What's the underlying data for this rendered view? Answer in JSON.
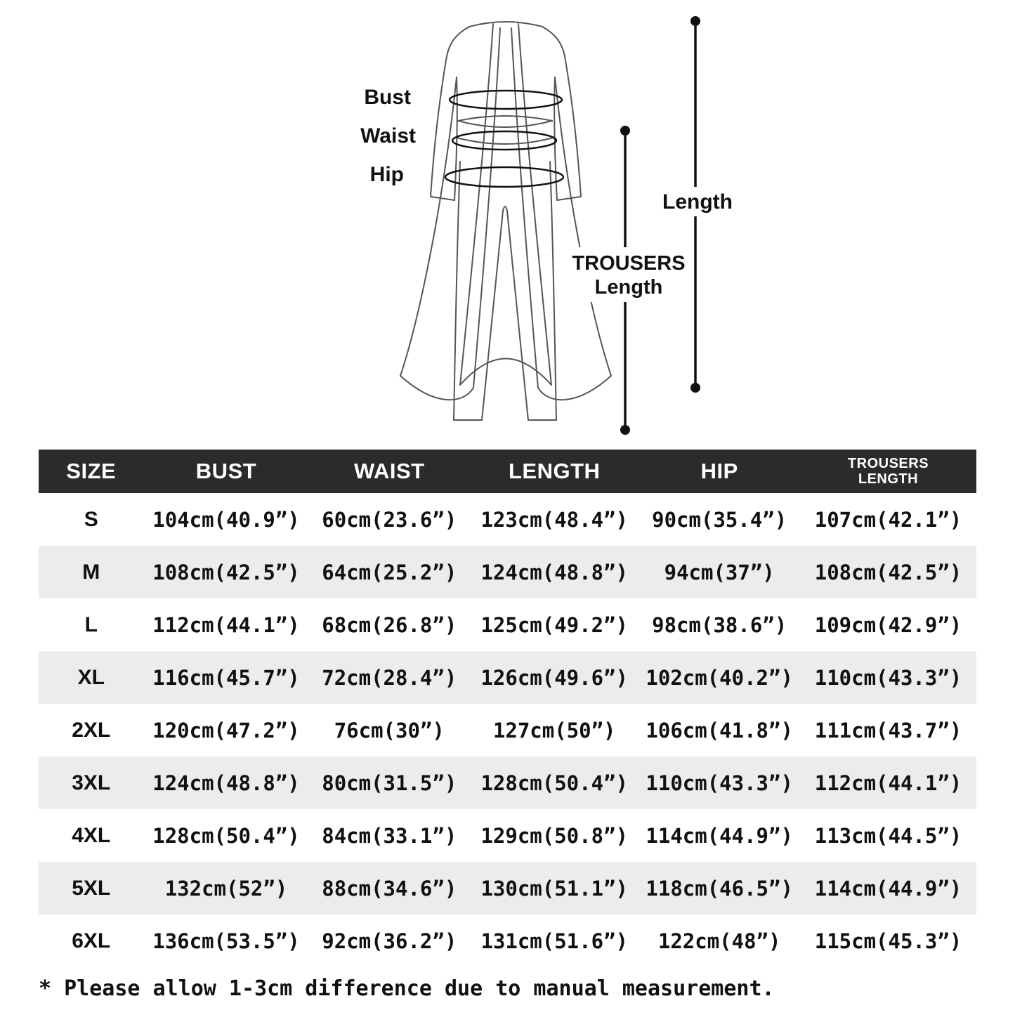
{
  "diagram": {
    "label_bust": "Bust",
    "label_waist": "Waist",
    "label_hip": "Hip",
    "label_length": "Length",
    "label_trousers_1": "TROUSERS",
    "label_trousers_2": "Length"
  },
  "table": {
    "headers": [
      "SIZE",
      "BUST",
      "WAIST",
      "LENGTH",
      "HIP",
      "TROUSERS LENGTH"
    ],
    "trousers_header": [
      "TROUSERS",
      "LENGTH"
    ],
    "rows": [
      [
        "S",
        "104cm(40.9”)",
        "60cm(23.6”)",
        "123cm(48.4”)",
        "90cm(35.4”)",
        "107cm(42.1”)"
      ],
      [
        "M",
        "108cm(42.5”)",
        "64cm(25.2”)",
        "124cm(48.8”)",
        "94cm(37”)",
        "108cm(42.5”)"
      ],
      [
        "L",
        "112cm(44.1”)",
        "68cm(26.8”)",
        "125cm(49.2”)",
        "98cm(38.6”)",
        "109cm(42.9”)"
      ],
      [
        "XL",
        "116cm(45.7”)",
        "72cm(28.4”)",
        "126cm(49.6”)",
        "102cm(40.2”)",
        "110cm(43.3”)"
      ],
      [
        "2XL",
        "120cm(47.2”)",
        "76cm(30”)",
        "127cm(50”)",
        "106cm(41.8”)",
        "111cm(43.7”)"
      ],
      [
        "3XL",
        "124cm(48.8”)",
        "80cm(31.5”)",
        "128cm(50.4”)",
        "110cm(43.3”)",
        "112cm(44.1”)"
      ],
      [
        "4XL",
        "128cm(50.4”)",
        "84cm(33.1”)",
        "129cm(50.8”)",
        "114cm(44.9”)",
        "113cm(44.5”)"
      ],
      [
        "5XL",
        "132cm(52”)",
        "88cm(34.6”)",
        "130cm(51.1”)",
        "118cm(46.5”)",
        "114cm(44.9”)"
      ],
      [
        "6XL",
        "136cm(53.5”)",
        "92cm(36.2”)",
        "131cm(51.6”)",
        "122cm(48”)",
        "115cm(45.3”)"
      ]
    ]
  },
  "footnote": "* Please allow 1-3cm difference due to manual measurement.",
  "colors": {
    "header_bg": "#2b2b2b",
    "header_text": "#ffffff",
    "row_alt_bg": "#ececec",
    "text": "#111111",
    "line_art": "#555555"
  },
  "chart_data": {
    "type": "table",
    "columns": [
      "SIZE",
      "BUST",
      "WAIST",
      "LENGTH",
      "HIP",
      "TROUSERS LENGTH"
    ],
    "rows": [
      [
        "S",
        "104cm(40.9”)",
        "60cm(23.6”)",
        "123cm(48.4”)",
        "90cm(35.4”)",
        "107cm(42.1”)"
      ],
      [
        "M",
        "108cm(42.5”)",
        "64cm(25.2”)",
        "124cm(48.8”)",
        "94cm(37”)",
        "108cm(42.5”)"
      ],
      [
        "L",
        "112cm(44.1”)",
        "68cm(26.8”)",
        "125cm(49.2”)",
        "98cm(38.6”)",
        "109cm(42.9”)"
      ],
      [
        "XL",
        "116cm(45.7”)",
        "72cm(28.4”)",
        "126cm(49.6”)",
        "102cm(40.2”)",
        "110cm(43.3”)"
      ],
      [
        "2XL",
        "120cm(47.2”)",
        "76cm(30”)",
        "127cm(50”)",
        "106cm(41.8”)",
        "111cm(43.7”)"
      ],
      [
        "3XL",
        "124cm(48.8”)",
        "80cm(31.5”)",
        "128cm(50.4”)",
        "110cm(43.3”)",
        "112cm(44.1”)"
      ],
      [
        "4XL",
        "128cm(50.4”)",
        "84cm(33.1”)",
        "129cm(50.8”)",
        "114cm(44.9”)",
        "113cm(44.5”)"
      ],
      [
        "5XL",
        "132cm(52”)",
        "88cm(34.6”)",
        "130cm(51.1”)",
        "118cm(46.5”)",
        "114cm(44.9”)"
      ],
      [
        "6XL",
        "136cm(53.5”)",
        "92cm(36.2”)",
        "131cm(51.6”)",
        "122cm(48”)",
        "115cm(45.3”)"
      ]
    ]
  }
}
